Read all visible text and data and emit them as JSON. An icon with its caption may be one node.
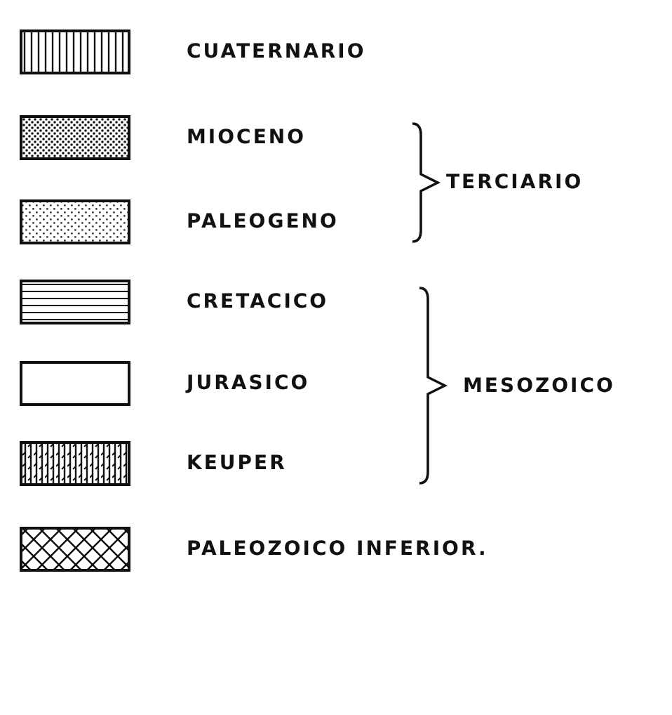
{
  "diagram": {
    "labels": [
      "TERCIARIO",
      "MESOZOICO"
    ],
    "legend": [
      {
        "text": "CUATERNARIO"
      },
      {
        "text": "MIOCENO"
      },
      {
        "text": "PALEOGENO"
      },
      {
        "text": "CRETACICO"
      },
      {
        "text": "JURASICO"
      },
      {
        "text": "KEUPER"
      },
      {
        "text": "PALEOZOICO INFERIOR."
      }
    ]
  }
}
